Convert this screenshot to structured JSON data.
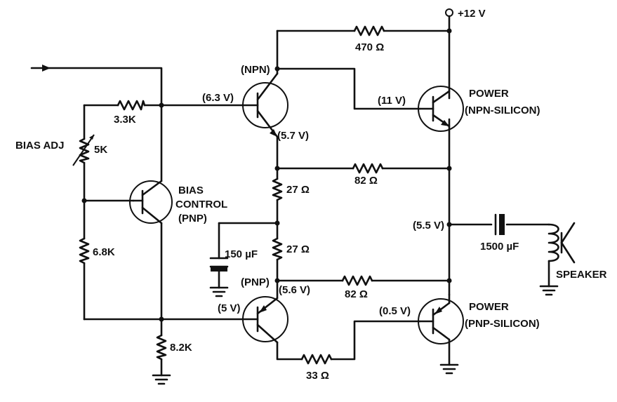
{
  "labels": {
    "supply": "+12 V",
    "r470": "470 Ω",
    "npn_top": "(NPN)",
    "v_63": "(6.3 V)",
    "v_57": "(5.7 V)",
    "v_11": "(11 V)",
    "power1_a": "POWER",
    "power1_b": "(NPN-SILICON)",
    "r33k": "3.3K",
    "bias_adj": "BIAS ADJ",
    "r5k": "5K",
    "bias_a": "BIAS",
    "bias_b": "CONTROL",
    "bias_c": "(PNP)",
    "r27a": "27 Ω",
    "r82a": "82 Ω",
    "v_55": "(5.5 V)",
    "c1500": "1500 µF",
    "speaker": "SPEAKER",
    "r68k": "6.8K",
    "c150": "150 µF",
    "r27b": "27 Ω",
    "pnp_bot": "(PNP)",
    "v_56": "(5.6 V)",
    "r82b": "82 Ω",
    "v_5": "(5 V)",
    "v_05": "(0.5 V)",
    "power2_a": "POWER",
    "power2_b": "(PNP-SILICON)",
    "r82k": "8.2K",
    "r33": "33 Ω"
  }
}
